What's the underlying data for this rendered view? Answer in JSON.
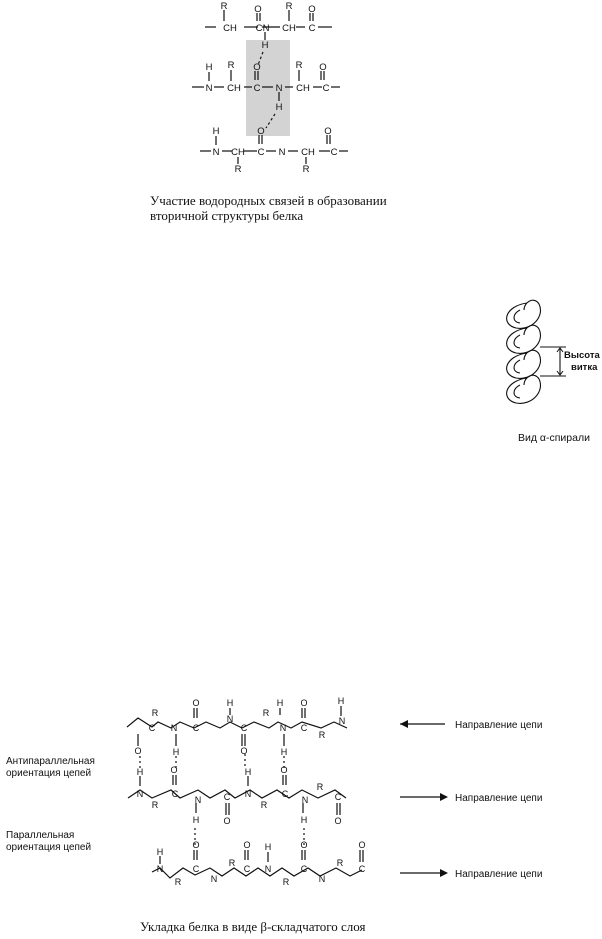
{
  "caption_hbonds": [
    "Участие водородных связей в образовании",
    "вторичной структуры белка"
  ],
  "helix": {
    "pitch_label_line1": "Высота",
    "pitch_label_line2": "витка",
    "caption": "Вид α-спирали"
  },
  "beta": {
    "antiparallel_label": [
      "Антипараллельная",
      "ориентация цепей"
    ],
    "parallel_label": [
      "Параллельная",
      "ориентация цепей"
    ],
    "direction_labels": [
      "Направление цепи",
      "Направление цепи",
      "Направление цепи"
    ],
    "caption": "Укладка белка в виде β-складчатого слоя"
  },
  "atoms": {
    "C": "C",
    "H": "H",
    "N": "N",
    "O": "O",
    "R": "R",
    "CH": "CH"
  },
  "colors": {
    "highlight": "#d3d3d3",
    "ink": "#111111"
  }
}
